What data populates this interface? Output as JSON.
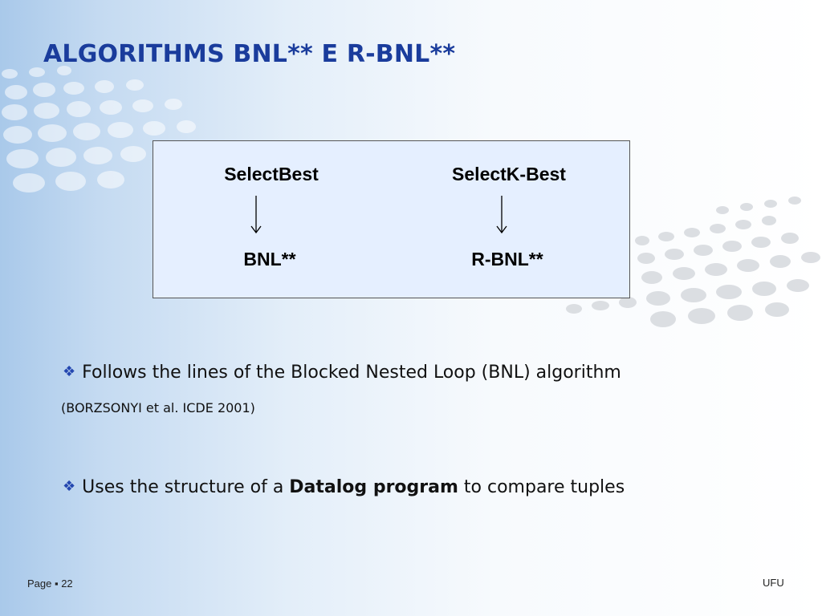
{
  "slide": {
    "title": "ALGORITHMS BNL** E R-BNL**",
    "diagram": {
      "left_top": "SelectBest",
      "left_bottom": "BNL**",
      "right_top": "SelectK-Best",
      "right_bottom": "R-BNL**"
    },
    "bullets": [
      {
        "text": "Follows the lines of the Blocked Nested Loop (BNL) algorithm",
        "citation": "(BORZSONYI et al. ICDE 2001)"
      },
      {
        "prefix": "Uses the structure of a ",
        "emphasis": "Datalog program",
        "suffix": " to compare tuples"
      }
    ],
    "footer": {
      "page": "Page ▪ 22",
      "org": "UFU"
    },
    "colors": {
      "title": "#1a3c9c",
      "box_fill": "#e5efff",
      "bullet_glyph": "#2447b0"
    },
    "icons": {
      "bullet": "diamond-bullet-icon",
      "arrow": "down-arrow-icon"
    }
  }
}
